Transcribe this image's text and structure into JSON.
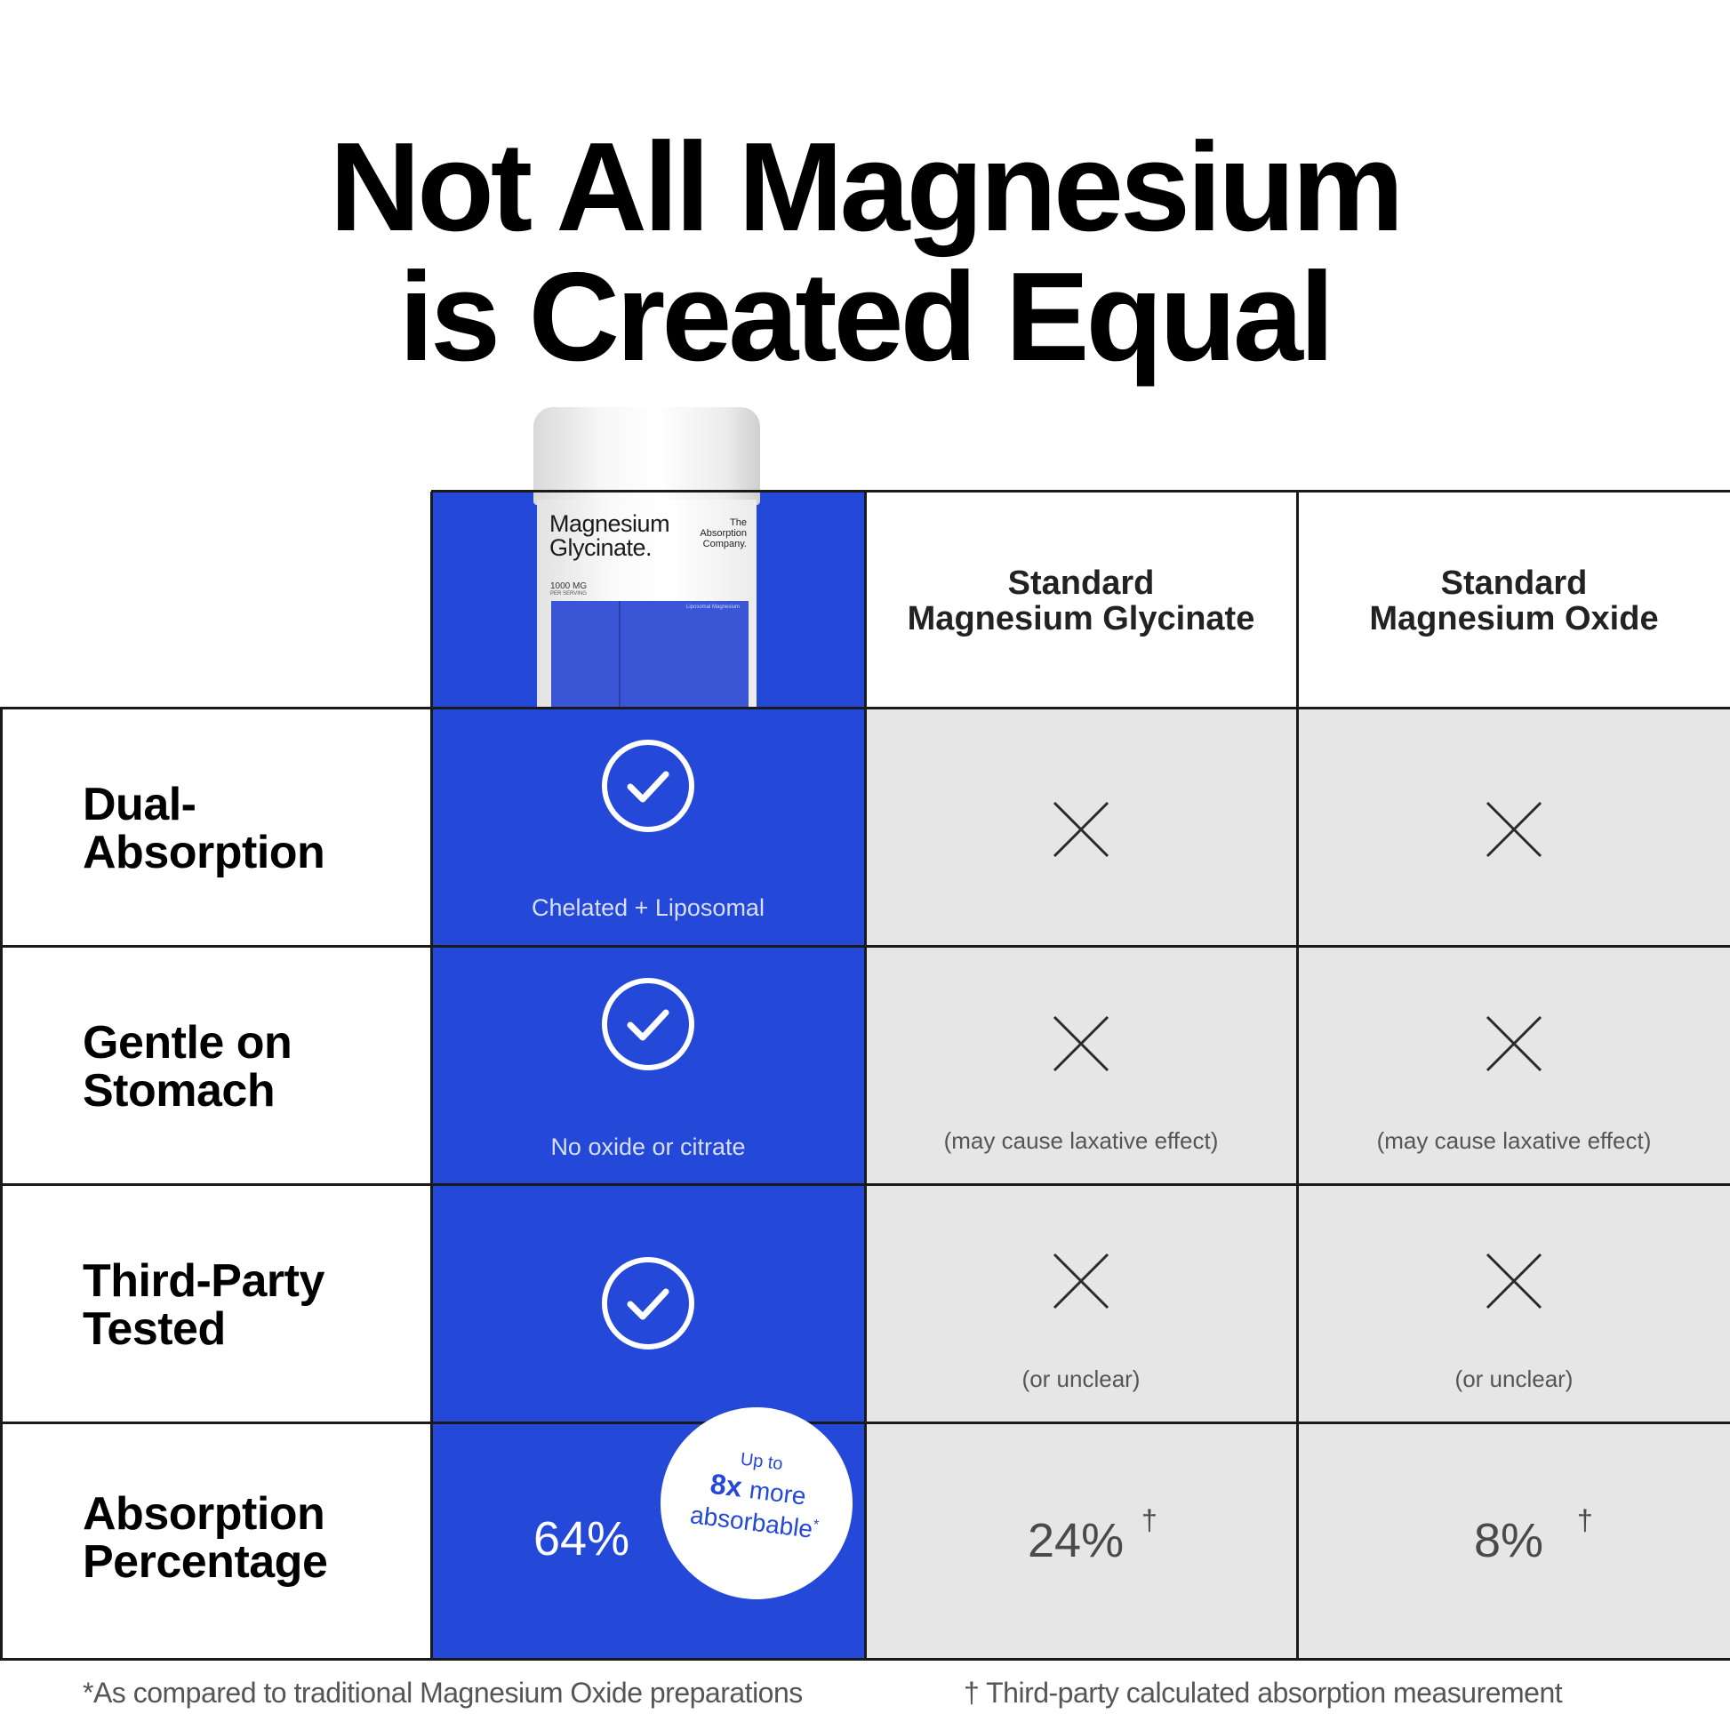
{
  "title_line1": "Not All Magnesium",
  "title_line2": "is Created Equal",
  "product": {
    "name_line1": "Magnesium",
    "name_line2": "Glycinate.",
    "brand": "The Absorption Company.",
    "dose": "1000 MG",
    "serving": "PER SERVING",
    "tag": "Liposomal Magnesium"
  },
  "columns": {
    "std_glycinate_line1": "Standard",
    "std_glycinate_line2": "Magnesium Glycinate",
    "std_oxide_line1": "Standard",
    "std_oxide_line2": "Magnesium Oxide"
  },
  "rows": [
    {
      "label_line1": "Dual-",
      "label_line2": "Absorption",
      "blue_note": "Chelated + Liposomal",
      "glycinate_note": "",
      "oxide_note": ""
    },
    {
      "label_line1": "Gentle on",
      "label_line2": "Stomach",
      "blue_note": "No oxide or citrate",
      "glycinate_note": "(may cause laxative effect)",
      "oxide_note": "(may cause laxative effect)"
    },
    {
      "label_line1": "Third-Party",
      "label_line2": "Tested",
      "blue_note": "",
      "glycinate_note": "(or unclear)",
      "oxide_note": "(or unclear)"
    },
    {
      "label_line1": "Absorption",
      "label_line2": "Percentage",
      "blue_value": "64%",
      "glycinate_value": "24%",
      "oxide_value": "8%",
      "dagger": "†"
    }
  ],
  "badge": {
    "up_to": "Up to",
    "multiplier": "8x",
    "more": "more",
    "absorbable": "absorbable",
    "asterisk": "*"
  },
  "footnotes": {
    "left": "*As compared to traditional Magnesium Oxide preparations",
    "right": "† Third-party calculated absorption measurement"
  },
  "colors": {
    "brand_blue": "#2448d8",
    "grey_cell": "#e6e6e6",
    "text_dark": "#111111"
  },
  "icons": {
    "check": "check-circle-icon",
    "cross": "x-mark-icon"
  }
}
